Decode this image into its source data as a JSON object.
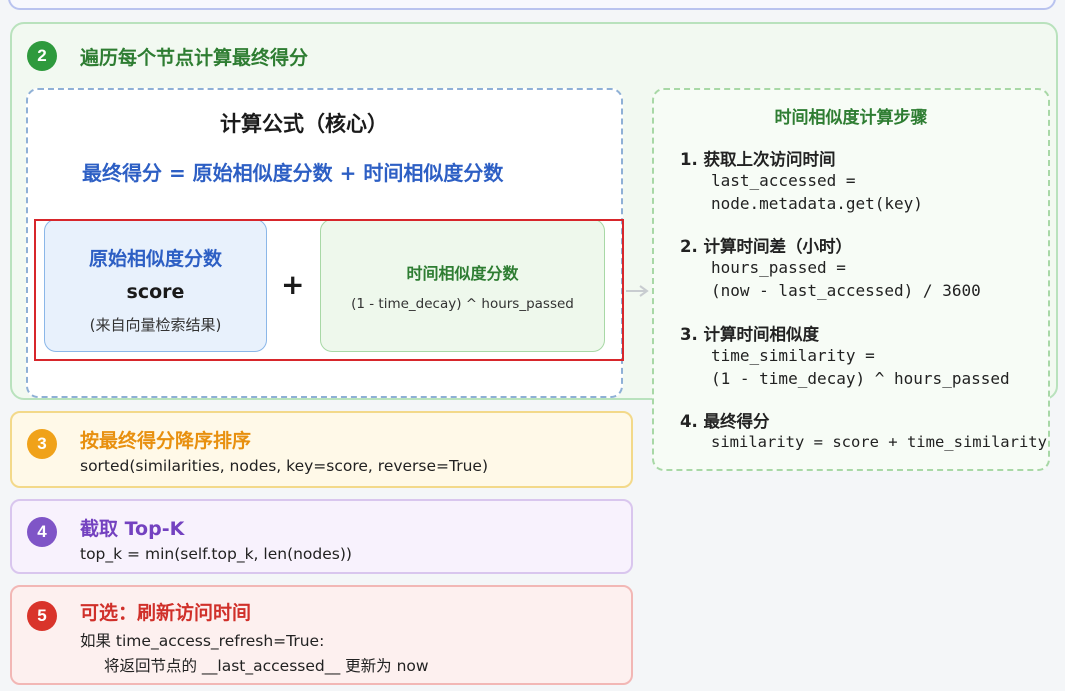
{
  "step2": {
    "number": "2",
    "title": "遍历每个节点计算最终得分",
    "formula": {
      "title": "计算公式（核心）",
      "equation": "最终得分 = 原始相似度分数 + 时间相似度分数",
      "left_card": {
        "title": "原始相似度分数",
        "value": "score",
        "note": "(来自向量检索结果)"
      },
      "plus": "+",
      "right_card": {
        "title": "时间相似度分数",
        "expr": "(1 - time_decay) ^ hours_passed"
      }
    },
    "steps_panel": {
      "title": "时间相似度计算步骤",
      "items": [
        {
          "head": "1. 获取上次访问时间",
          "lines": [
            "last_accessed =",
            "node.metadata.get(key)"
          ]
        },
        {
          "head": "2. 计算时间差（小时）",
          "lines": [
            "hours_passed =",
            "(now - last_accessed) / 3600"
          ]
        },
        {
          "head": "3. 计算时间相似度",
          "lines": [
            "time_similarity =",
            "(1 - time_decay) ^ hours_passed"
          ]
        },
        {
          "head": "4. 最终得分",
          "lines": [
            "similarity = score + time_similarity"
          ]
        }
      ]
    }
  },
  "step3": {
    "number": "3",
    "title": "按最终得分降序排序",
    "code": "sorted(similarities, nodes, key=score, reverse=True)"
  },
  "step4": {
    "number": "4",
    "title": "截取 Top-K",
    "code": "top_k = min(self.top_k, len(nodes))"
  },
  "step5": {
    "number": "5",
    "title": "可选：刷新访问时间",
    "line1": "如果 time_access_refresh=True:",
    "line2": "将返回节点的 __last_accessed__ 更新为 now"
  },
  "colors": {
    "green": "#2e9a3d",
    "blue": "#2d5fc4",
    "orange": "#f0a21a",
    "purple": "#7f55c7",
    "red": "#d9342b"
  }
}
